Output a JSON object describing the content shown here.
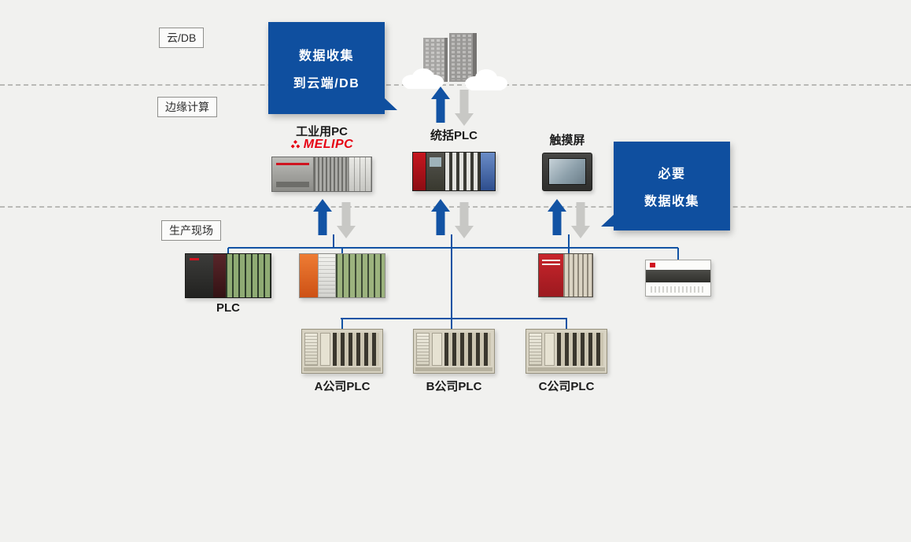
{
  "zones": {
    "cloud_db": "云/DB",
    "edge_computing": "边缘计算",
    "production_site": "生产现场"
  },
  "callouts": {
    "to_cloud": {
      "line1": "数据收集",
      "line2": "到云端/DB"
    },
    "necessary": {
      "line1": "必要",
      "line2": "数据收集"
    }
  },
  "devices": {
    "industrial_pc": "工业用PC",
    "melipc_brand": "MELIPC",
    "integrated_plc": "统括PLC",
    "touch_panel": "触摸屏",
    "plc": "PLC",
    "company_a_plc": "A公司PLC",
    "company_b_plc": "B公司PLC",
    "company_c_plc": "C公司PLC"
  },
  "icons": {
    "cloud_buildings": "cloud-datacenter-buildings-icon",
    "up_arrow": "upload-arrow-icon",
    "down_arrow": "download-arrow-icon",
    "mitsubishi_mark": "mitsubishi-logo-icon"
  },
  "colors": {
    "background": "#f1f1ef",
    "accent_blue": "#0f4f9f",
    "line_blue": "#1253a4",
    "arrow_gray": "#c8c8c5",
    "brand_red": "#e60012"
  }
}
